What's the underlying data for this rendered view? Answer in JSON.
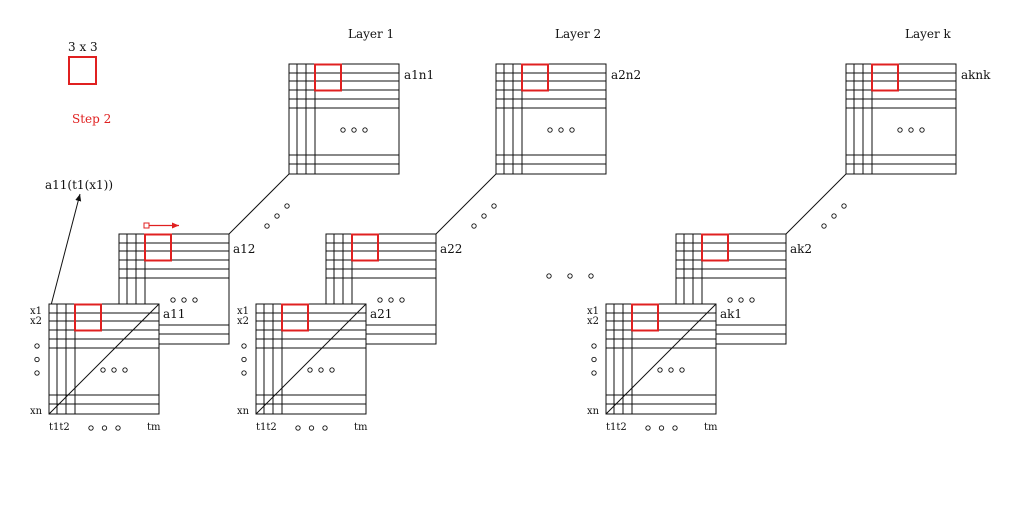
{
  "legend": {
    "kernel_label": "3 x 3",
    "step_label": "Step 2",
    "pointer_label": "a11(t1(x1))"
  },
  "colors": {
    "highlight": "#e02020",
    "ink": "#111111"
  },
  "layers": [
    {
      "title": "Layer 1",
      "front": {
        "label": "a11",
        "row_labels": [
          "x1",
          "x2"
        ],
        "last_row_label": "xn",
        "col_labels": "t1t2",
        "last_col_label": "tm"
      },
      "middle": {
        "label": "a12"
      },
      "back": {
        "label": "a1n1"
      }
    },
    {
      "title": "Layer 2",
      "front": {
        "label": "a21",
        "row_labels": [
          "x1",
          "x2"
        ],
        "last_row_label": "xn",
        "col_labels": "t1t2",
        "last_col_label": "tm"
      },
      "middle": {
        "label": "a22"
      },
      "back": {
        "label": "a2n2"
      }
    },
    {
      "title": "Layer k",
      "front": {
        "label": "ak1",
        "row_labels": [
          "x1",
          "x2"
        ],
        "last_row_label": "xn",
        "col_labels": "t1t2",
        "last_col_label": "tm"
      },
      "middle": {
        "label": "ak2"
      },
      "back": {
        "label": "aknk"
      }
    }
  ]
}
